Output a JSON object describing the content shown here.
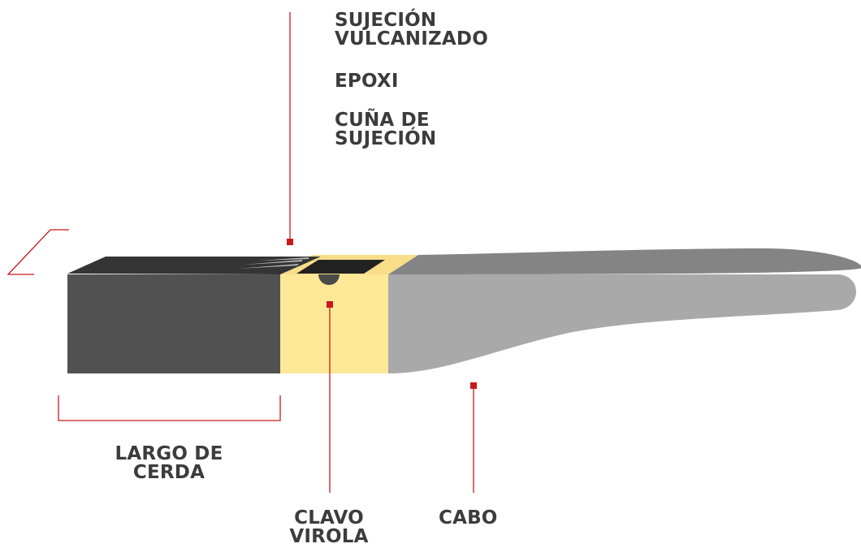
{
  "colors": {
    "bristle_side": "#515151",
    "bristle_top": "#353535",
    "ferrule": "#fce796",
    "ferrule_edge": "#f7dc84",
    "ferrule_slot": "#222222",
    "handle_side": "#a9a9a9",
    "handle_top": "#848484",
    "leader": "#c8191e",
    "label_text": "#3c3c3c"
  },
  "labels": {
    "sujecion_vulcanizado": [
      "SUJECIÓN",
      "VULCANIZADO"
    ],
    "epoxi": "EPOXI",
    "cuna_de_sujecion": [
      "CUÑA DE",
      "SUJECIÓN"
    ],
    "largo_de_cerda": [
      "LARGO DE",
      "CERDA"
    ],
    "clavo_virola": [
      "CLAVO",
      "VIROLA"
    ],
    "cabo": "CABO"
  }
}
